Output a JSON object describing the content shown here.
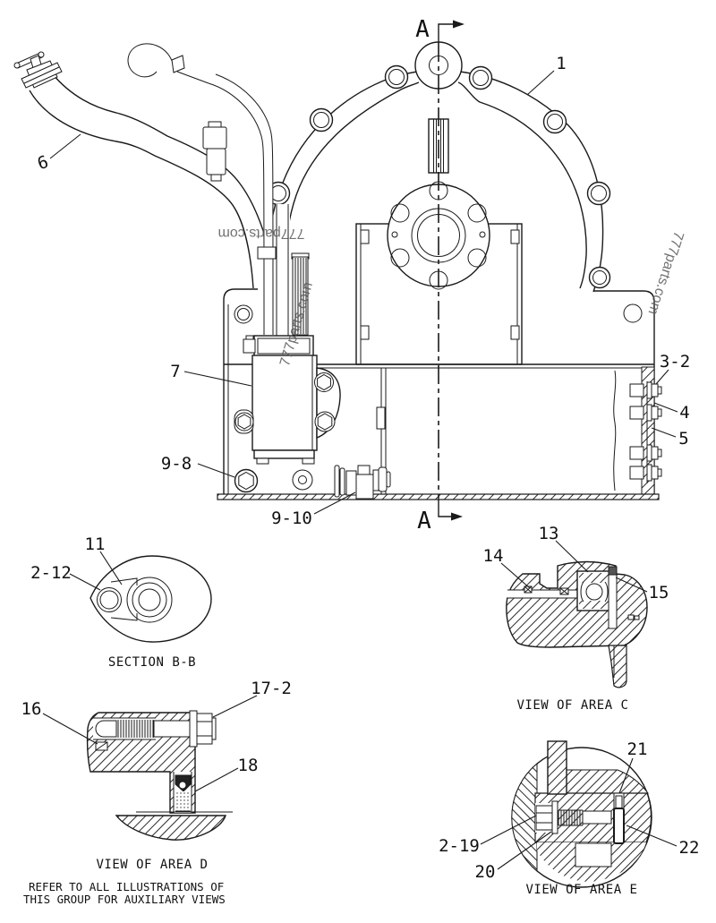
{
  "drawing": {
    "watermark": "777parts.com",
    "section_arrow_label": "A",
    "note_line1": "REFER TO ALL ILLUSTRATIONS OF",
    "note_line2": "THIS GROUP FOR AUXILIARY VIEWS"
  },
  "main_view": {
    "callouts": {
      "item1": "1",
      "item6": "6",
      "item7": "7",
      "item9_8": "9-8",
      "item9_10": "9-10",
      "item3_2": "3-2",
      "item4": "4",
      "item5": "5"
    }
  },
  "section_bb": {
    "caption": "SECTION B-B",
    "callouts": {
      "item11": "11",
      "item2_12": "2-12"
    }
  },
  "area_c": {
    "caption": "VIEW OF AREA C",
    "callouts": {
      "item13": "13",
      "item14": "14",
      "item15": "15"
    }
  },
  "area_d": {
    "caption": "VIEW OF AREA D",
    "callouts": {
      "item16": "16",
      "item17_2": "17-2",
      "item18": "18"
    }
  },
  "area_e": {
    "caption": "VIEW OF AREA E",
    "callouts": {
      "item2_19": "2-19",
      "item20": "20",
      "item21": "21",
      "item22": "22"
    }
  }
}
